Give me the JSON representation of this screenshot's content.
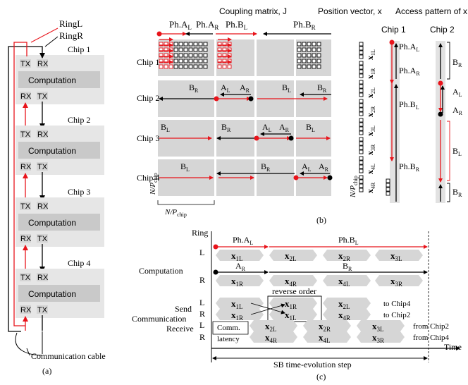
{
  "panel_a": {
    "label": "(a)",
    "ring_l": "RingL",
    "ring_r": "RingR",
    "chips": [
      {
        "title": "Chip 1",
        "tx": "TX",
        "rx": "RX",
        "computation": "Computation"
      },
      {
        "title": "Chip 2",
        "tx": "TX",
        "rx": "RX",
        "computation": "Computation"
      },
      {
        "title": "Chip 3",
        "tx": "TX",
        "rx": "RX",
        "computation": "Computation"
      },
      {
        "title": "Chip 4",
        "tx": "TX",
        "rx": "RX",
        "computation": "Computation"
      }
    ],
    "cable_label": "Communication cable"
  },
  "panel_b": {
    "label": "(b)",
    "coupling_title": "Coupling matrix, J",
    "position_title": "Position vector, x",
    "access_title": "Access pattern of x",
    "phase_labels": [
      "Ph.A",
      "L",
      "Ph.A",
      "R",
      "Ph.B",
      "L",
      "Ph.B",
      "R"
    ],
    "row_labels": [
      "Chip 1",
      "Chip 2",
      "Chip 3",
      "Chip 4"
    ],
    "block_label": "N/P",
    "block_label_sub": "chip",
    "matrix_row_labels": [
      [
        "B",
        "R",
        "A",
        "L",
        "A",
        "R",
        "B",
        "L",
        "B",
        "R"
      ],
      [
        "B",
        "L",
        "B",
        "R",
        "A",
        "L",
        "A",
        "R",
        "B",
        "L"
      ],
      [
        "B",
        "L",
        "B",
        "R",
        "A",
        "L",
        "A",
        "R"
      ]
    ],
    "vector_labels": [
      "x",
      "1L",
      "x",
      "1R",
      "x",
      "2L",
      "x",
      "2R",
      "x",
      "3L",
      "x",
      "3R",
      "x",
      "4L",
      "x",
      "4R"
    ],
    "access": {
      "chip1": "Chip 1",
      "chip2": "Chip 2",
      "labels1": [
        "Ph.A",
        "L",
        "Ph.A",
        "R",
        "Ph.B",
        "L",
        "Ph.B",
        "R"
      ],
      "labels2": [
        "B",
        "R",
        "A",
        "L",
        "A",
        "R",
        "B",
        "L",
        "B",
        "R"
      ]
    },
    "colors": {
      "red": "#e8141b",
      "gray": "#d4d4d4",
      "black": "#000000"
    }
  },
  "panel_c": {
    "label": "(c)",
    "ring": "Ring",
    "computation": "Computation",
    "communication": "Communication",
    "send": "Send",
    "receive": "Receive",
    "lr": [
      "L",
      "R",
      "L",
      "R",
      "L",
      "R"
    ],
    "phase_a_l": [
      "Ph.A",
      "L"
    ],
    "phase_b_l": [
      "Ph.B",
      "L"
    ],
    "a_r": [
      "A",
      "R"
    ],
    "b_r": [
      "B",
      "R"
    ],
    "comp_l": [
      [
        "x",
        "1L"
      ],
      [
        "x",
        "2L"
      ],
      [
        "x",
        "2R"
      ],
      [
        "x",
        "3L"
      ]
    ],
    "comp_r": [
      [
        "x",
        "1R"
      ],
      [
        "x",
        "4R"
      ],
      [
        "x",
        "4L"
      ],
      [
        "x",
        "3R"
      ]
    ],
    "reverse_order": "reverse order",
    "send_l": [
      [
        "x",
        "1L"
      ],
      [
        "x",
        "1R"
      ],
      [
        "x",
        "2L"
      ]
    ],
    "send_r": [
      [
        "x",
        "1R"
      ],
      [
        "x",
        "1L"
      ],
      [
        "x",
        "4R"
      ]
    ],
    "to_chip4": "to Chip4",
    "to_chip2": "to Chip2",
    "comm_latency_1": "Comm.",
    "comm_latency_2": "latency",
    "recv_l": [
      [
        "x",
        "2L"
      ],
      [
        "x",
        "2R"
      ],
      [
        "x",
        "3L"
      ]
    ],
    "recv_r": [
      [
        "x",
        "4R"
      ],
      [
        "x",
        "4L"
      ],
      [
        "x",
        "3R"
      ]
    ],
    "from_chip2": "from Chip2",
    "from_chip4": "from Chip4",
    "time": "Time",
    "step": "SB time-evolution step"
  }
}
